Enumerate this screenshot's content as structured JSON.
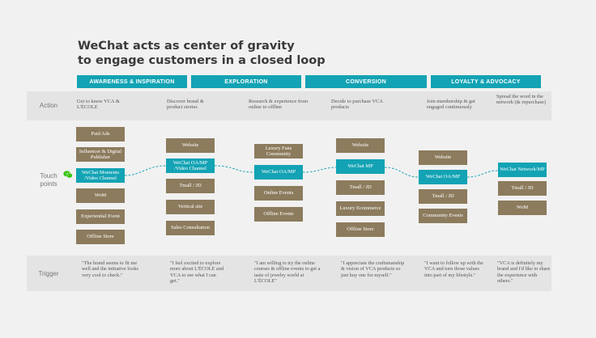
{
  "title_line1": "WeChat acts as center of gravity",
  "title_line2": "to engage customers in a closed loop",
  "phases": [
    "AWARENESS & INSPIRATION",
    "EXPLORATION",
    "CONVERSION",
    "LOYALTY & ADVOCACY"
  ],
  "row_labels": {
    "action": "Action",
    "touch": "Touch points",
    "trigger": "Trigger"
  },
  "actions": [
    "Get to know VCA & L'ÉCOLE",
    "Discover brand & product stories",
    "Research & experience from online to offline",
    "Decide to purchase VCA products",
    "Join membership & get engaged continuously",
    "Spread the word in the network (& repurchase)"
  ],
  "touchpoints": {
    "col1": [
      "Paid Ads",
      "Influencer & Digital Publisher",
      "WeChat Moments /Video Channel",
      "WoM",
      "Experiential Event",
      "Offline Store"
    ],
    "col2": [
      "Website",
      "WeChat OA/MP /Video Channel",
      "Tmall / JD",
      "Vertical site",
      "Sales Consultation"
    ],
    "col3": [
      "Luxury Fans Community",
      "WeChat OA/MP",
      "Online Events",
      "Offline Events"
    ],
    "col4": [
      "Website",
      "WeChat MP",
      "Tmall / JD",
      "Luxury Ecommerce",
      "Offline Store"
    ],
    "col5": [
      "Website",
      "WeChat OA/MP",
      "Tmall / JD",
      "Community Events"
    ],
    "col6": [
      "WeChat Network/MP",
      "Tmall / JD",
      "WoM"
    ]
  },
  "triggers": [
    "\"The brand seems to fit me well and the initiative looks very cool to check.\"",
    "\"I feel excited to explore more about L'ÉCOLE and VCA to see what I can get.\"",
    "\"I am willing to try the online courses & offline events to get a taste of jewelry world at L'ÉCOLE\"",
    "\"I appreciate the craftsmanship & vision of VCA products so just buy one for myself.\"",
    "\"I want to follow up with the VCA and turn those values into part of my lifestyle.\"",
    "\"VCA is definitely my brand and I'd like to share the experience with others.\""
  ],
  "colors": {
    "teal": "#13a3b4",
    "brown": "#8c7b5d",
    "wechat_green": "#2dc100"
  },
  "icons": {
    "wechat": "wechat-icon"
  }
}
